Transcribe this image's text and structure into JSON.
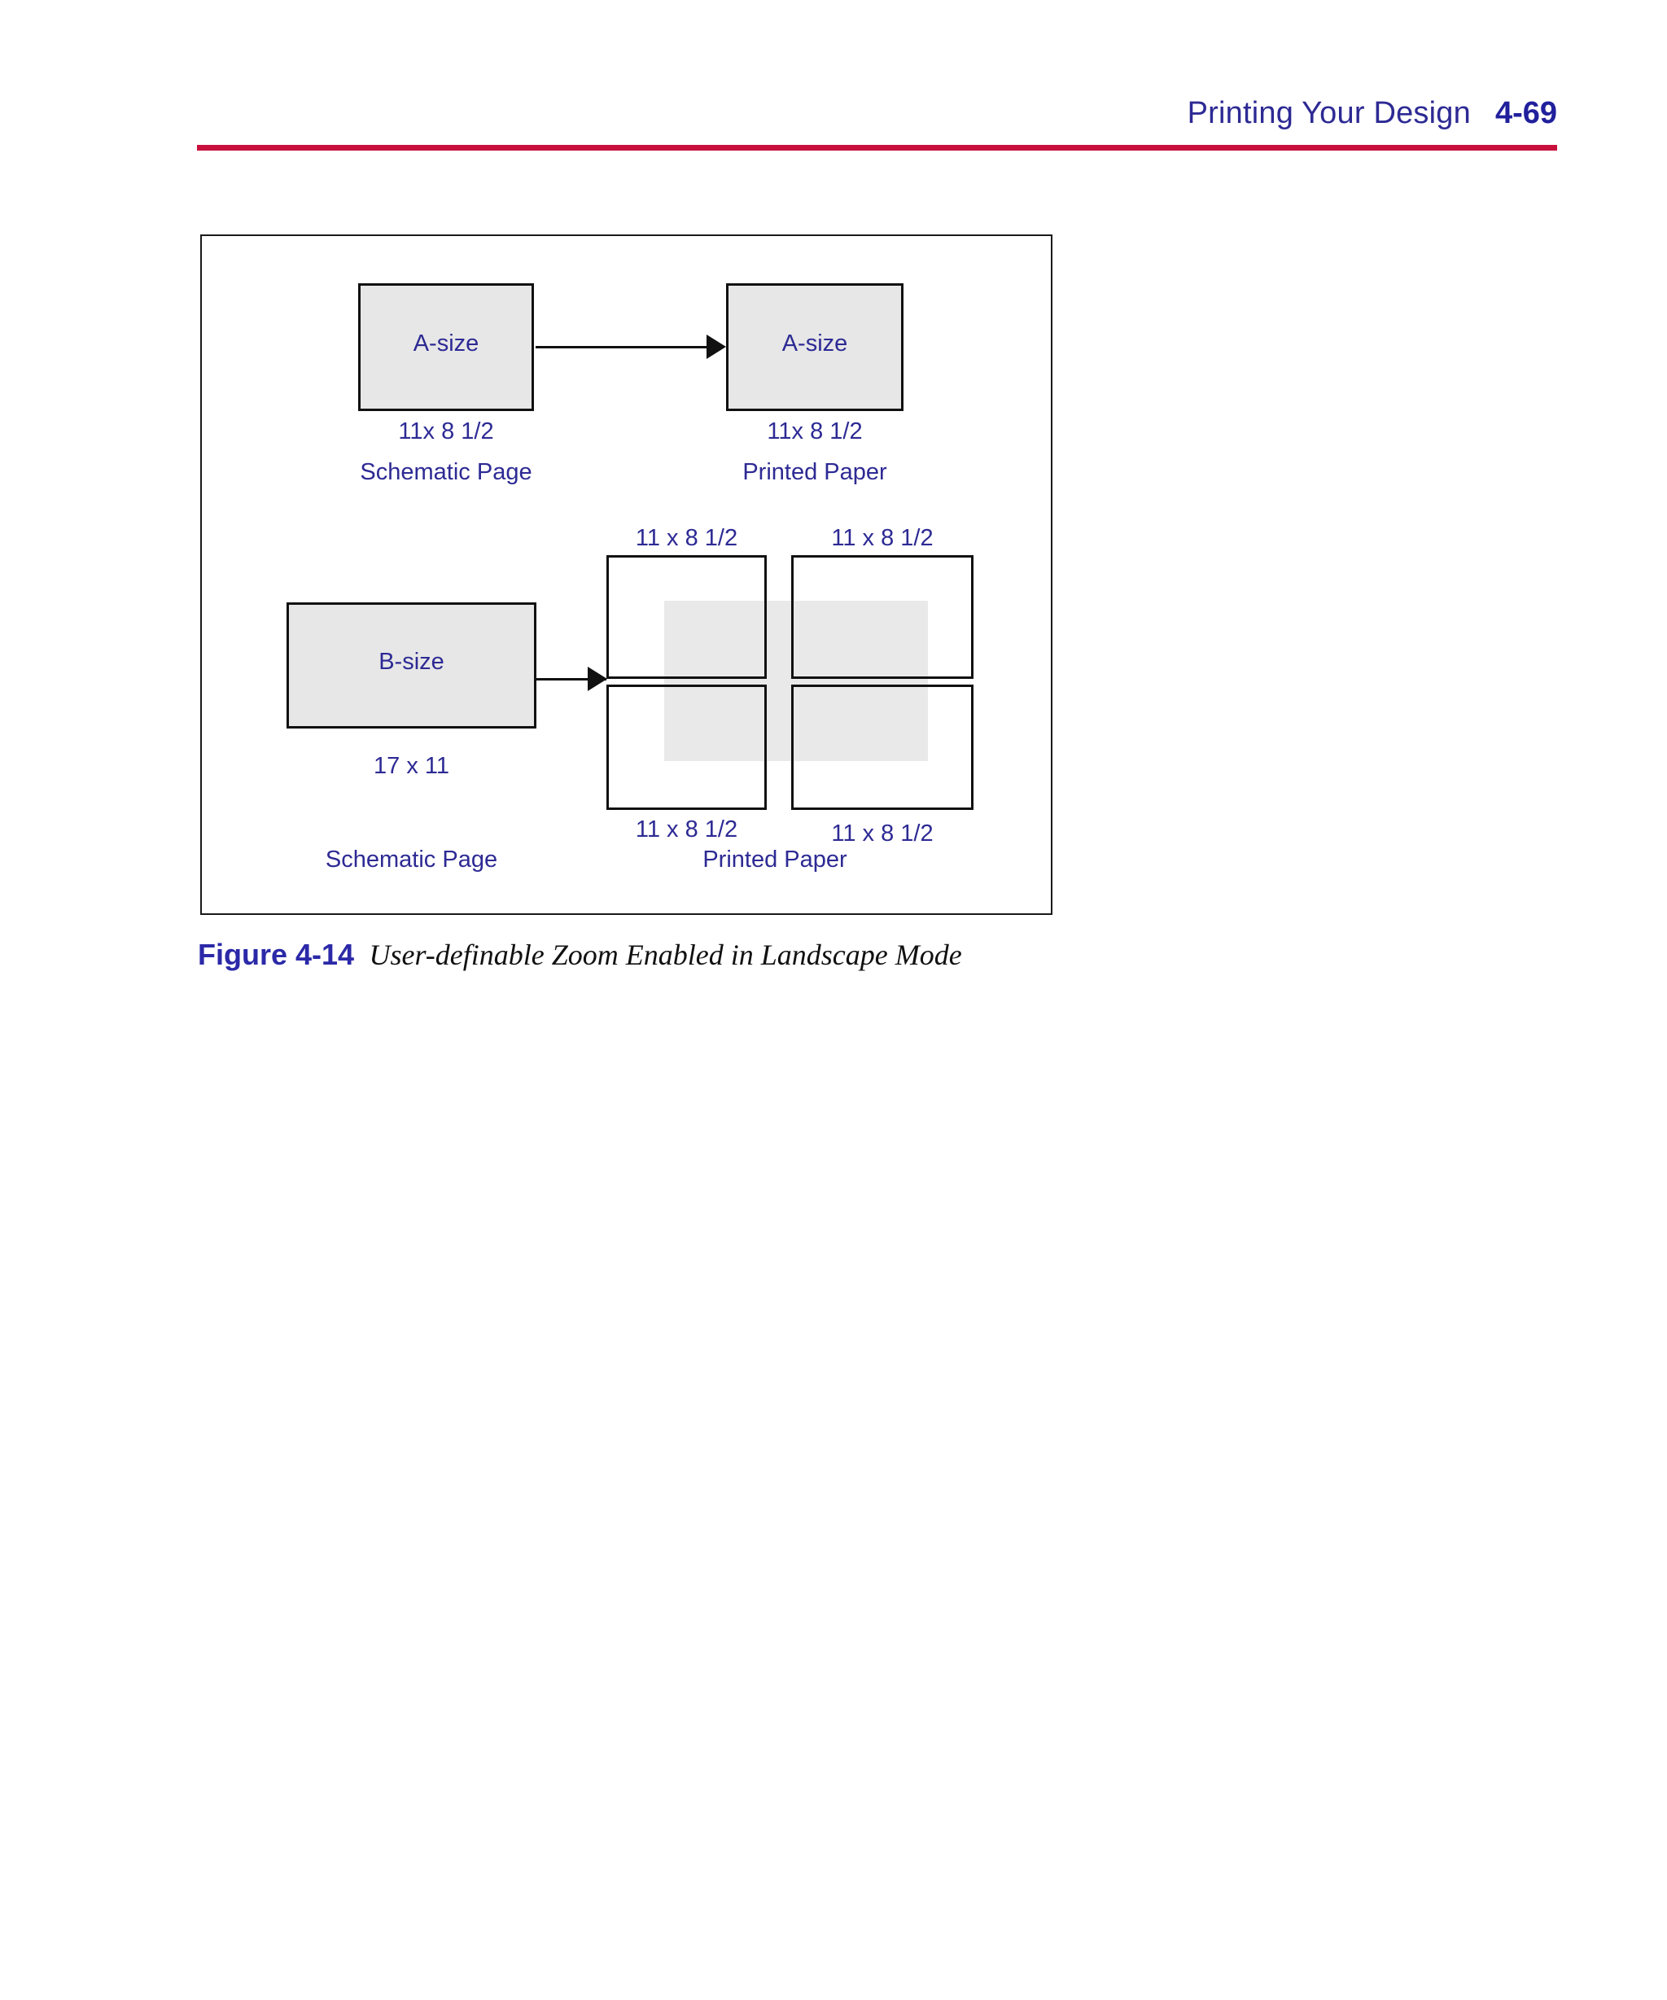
{
  "header": {
    "title": "Printing Your Design",
    "page_number": "4-69",
    "rule_color": "#c8103c",
    "text_color": "#2d2a94"
  },
  "figure": {
    "top_diagram": {
      "source_box": {
        "label": "A-size",
        "dimension": "11x 8 1/2",
        "caption": "Schematic Page"
      },
      "target_box": {
        "label": "A-size",
        "dimension": "11x 8 1/2",
        "caption": "Printed Paper"
      }
    },
    "bottom_diagram": {
      "source_box": {
        "label": "B-size",
        "dimension": "17 x 11",
        "caption": "Schematic Page"
      },
      "target_tiles": {
        "caption": "Printed Paper",
        "top_left_dimension": "11 x 8 1/2",
        "top_right_dimension": "11 x 8 1/2",
        "bottom_left_dimension": "11 x 8 1/2",
        "bottom_right_dimension": "11 x 8 1/2"
      }
    },
    "fill_color": "#e7e7e7",
    "border_color": "#111111"
  },
  "caption": {
    "label": "Figure 4-14",
    "text": "User-definable Zoom Enabled in Landscape Mode"
  }
}
